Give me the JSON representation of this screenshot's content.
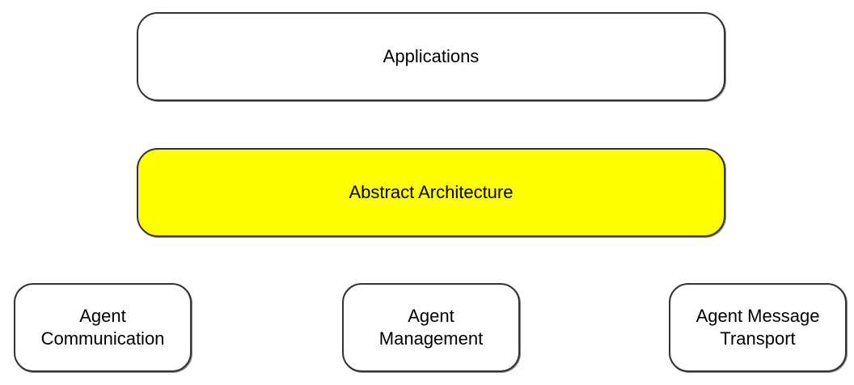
{
  "diagram": {
    "top_layer": {
      "label": "Applications",
      "fill": "#ffffff"
    },
    "middle_layer": {
      "label": "Abstract Architecture",
      "fill": "#ffff00"
    },
    "bottom_layer": [
      {
        "line1": "Agent",
        "line2": "Communication",
        "fill": "#ffffff"
      },
      {
        "line1": "Agent",
        "line2": "Management",
        "fill": "#ffffff"
      },
      {
        "line1": "Agent Message",
        "line2": "Transport",
        "fill": "#ffffff"
      }
    ],
    "border_color": "#333333"
  }
}
